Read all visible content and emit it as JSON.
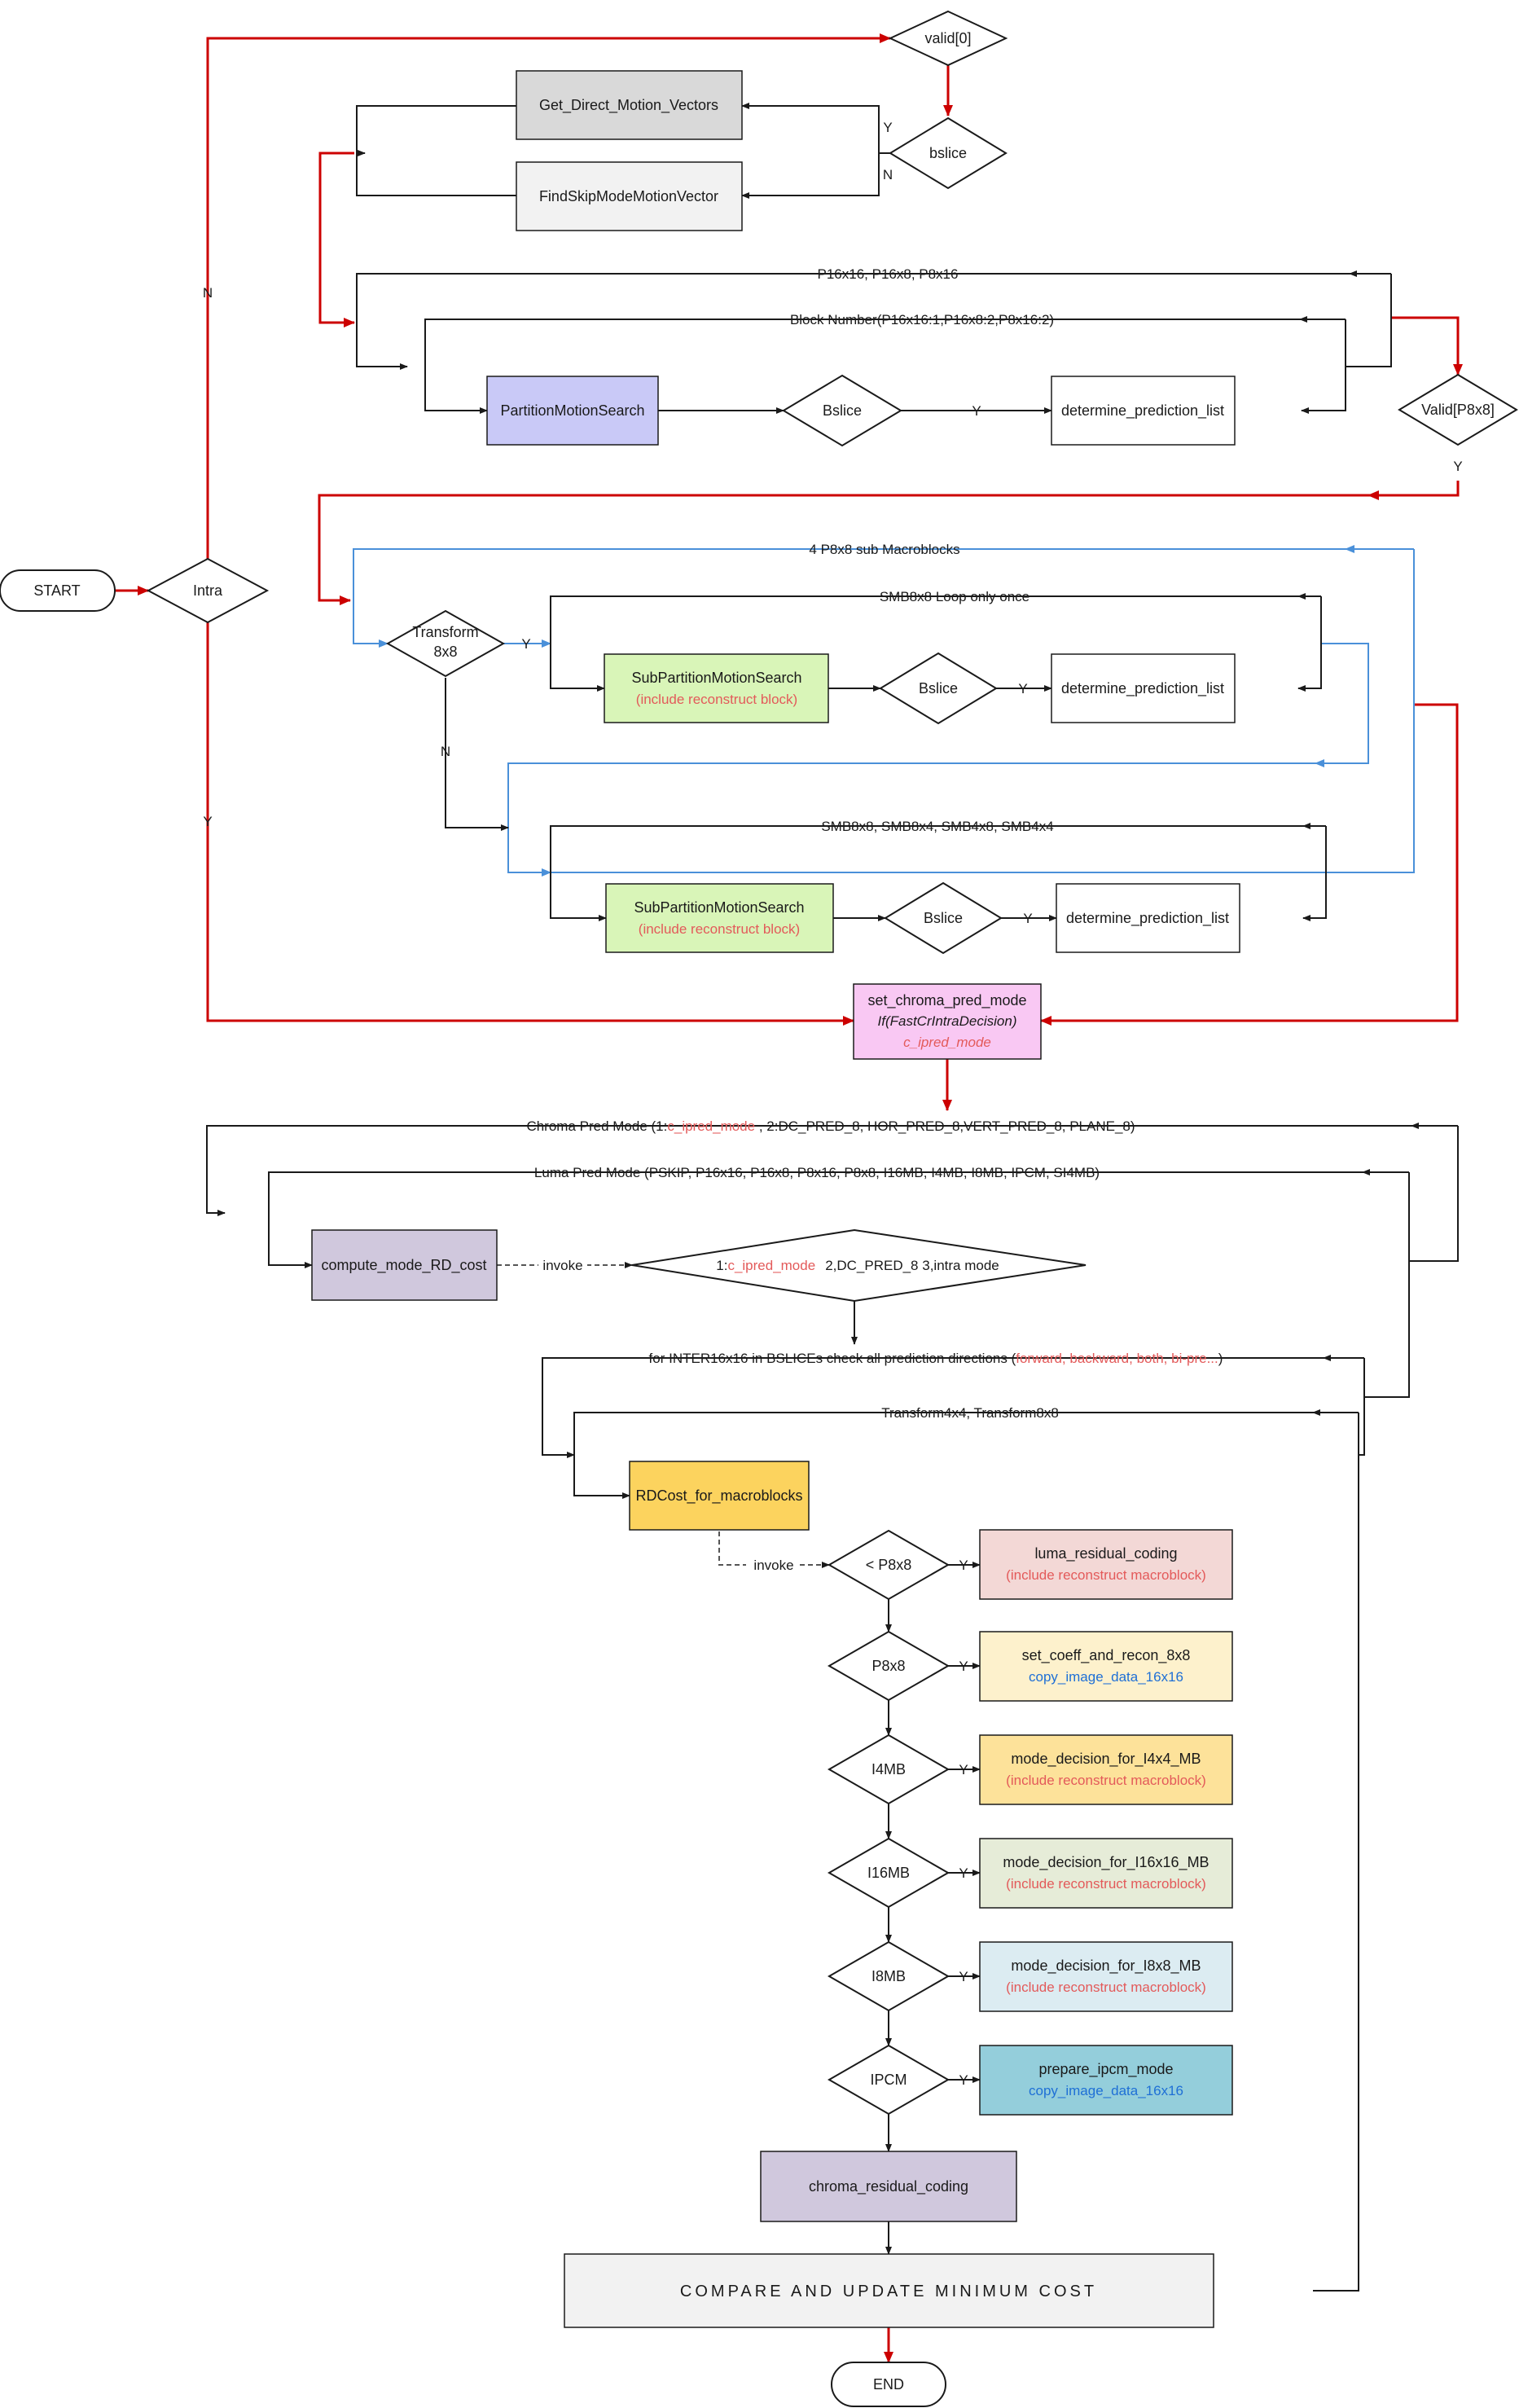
{
  "colors": {
    "black": "#1a1a1a",
    "red": "#cc0000",
    "blue": "#4a90d9",
    "highlight": "#e35a5a",
    "copyblue": "#1e6fd6",
    "gray": "#d9d9d9",
    "light": "#f2f2f2",
    "lavender": "#c9c9f7",
    "green": "#d9f5b8",
    "pink": "#f9c8f3",
    "purple": "#d0c8dd",
    "gold": "#fcd35e",
    "rose": "#f3d8d6",
    "cream": "#fdf1cc",
    "amber": "#fde29a",
    "sage": "#e6ecd8",
    "ice": "#dcecf2",
    "teal": "#94cedb"
  },
  "nodes": {
    "start": "START",
    "intra": "Intra",
    "valid0": "valid[0]",
    "bslice_top": "bslice",
    "get_direct": "Get_Direct_Motion_Vectors",
    "find_skip": "FindSkipModeMotionVector",
    "partition_ms": "PartitionMotionSearch",
    "bslice_p": "Bslice",
    "det_pred_1": "determine_prediction_list",
    "valid_p8x8": "Valid[P8x8]",
    "transform_l1": "Transform",
    "transform_l2": "8x8",
    "subpart_1": "SubPartitionMotionSearch",
    "subpart_1_note": "(include reconstruct block)",
    "bslice_s1": "Bslice",
    "det_pred_2": "determine_prediction_list",
    "subpart_2": "SubPartitionMotionSearch",
    "subpart_2_note": "(include reconstruct block)",
    "bslice_s2": "Bslice",
    "det_pred_3": "determine_prediction_list",
    "set_chroma_1": "set_chroma_pred_mode",
    "set_chroma_2": "If(FastCrIntraDecision)",
    "set_chroma_3": "c_ipred_mode",
    "compute_rd": "compute_mode_RD_cost",
    "rdcost_mb": "RDCost_for_macroblocks",
    "lt_p8x8": "< P8x8",
    "p8x8": "P8x8",
    "i4mb": "I4MB",
    "i16mb": "I16MB",
    "i8mb": "I8MB",
    "ipcm": "IPCM",
    "luma_res_1": "luma_residual_coding",
    "luma_res_2": "(include reconstruct macroblock)",
    "set_coeff_1": "set_coeff_and_recon_8x8",
    "set_coeff_2": "copy_image_data_16x16",
    "md_i4_1": "mode_decision_for_I4x4_MB",
    "md_i4_2": "(include reconstruct macroblock)",
    "md_i16_1": "mode_decision_for_I16x16_MB",
    "md_i16_2": "(include reconstruct macroblock)",
    "md_i8_1": "mode_decision_for_I8x8_MB",
    "md_i8_2": "(include reconstruct macroblock)",
    "ipcm_1": "prepare_ipcm_mode",
    "ipcm_2": "copy_image_data_16x16",
    "chroma_res": "chroma_residual_coding",
    "compare": "COMPARE AND UPDATE MINIMUM COST",
    "end": "END"
  },
  "labels": {
    "n_intra": "N",
    "y_intra": "Y",
    "y_bslice": "Y",
    "n_bslice": "N",
    "y_bslice_p": "Y",
    "y_valid": "Y",
    "y_transform": "Y",
    "n_transform": "N",
    "y_bslice_s1": "Y",
    "y_bslice_s2": "Y",
    "y_lt": "Y",
    "y_p8": "Y",
    "y_i4": "Y",
    "y_i16": "Y",
    "y_i8": "Y",
    "y_ipcm": "Y",
    "loop_p16": "P16x16, P16x8, P8x16",
    "loop_block": "Block Number(P16x16:1,P16x8:2,P8x16:2)",
    "loop_4p8": "4 P8x8 sub Macroblocks",
    "loop_smb_once": "SMB8x8   Loop only once",
    "loop_smb_all": "SMB8x8, SMB8x4, SMB4x8, SMB4x4",
    "chroma_pred_a": "Chroma Pred Mode (1:",
    "chroma_pred_b": "c_ipred_mode",
    "chroma_pred_c": " , 2:DC_PRED_8, HOR_PRED_8,VERT_PRED_8, PLANE_8)",
    "luma_pred": "Luma Pred Mode (PSKIP, P16x16, P16x8, P8x16, P8x8, I16MB, I4MB, I8MB, IPCM, SI4MB)",
    "invoke_1": "invoke",
    "cond_a": "1:",
    "cond_b": "c_ipred_mode",
    "cond_c": "2,DC_PRED_8   3,intra mode",
    "inter_a": "for INTER16x16 in BSLICEs check all prediction directions (",
    "inter_b": "forward, backward, both, bi-pre...",
    "inter_c": ")",
    "transform_loop": "Transform4x4, Transform8x8",
    "invoke_2": "invoke"
  }
}
